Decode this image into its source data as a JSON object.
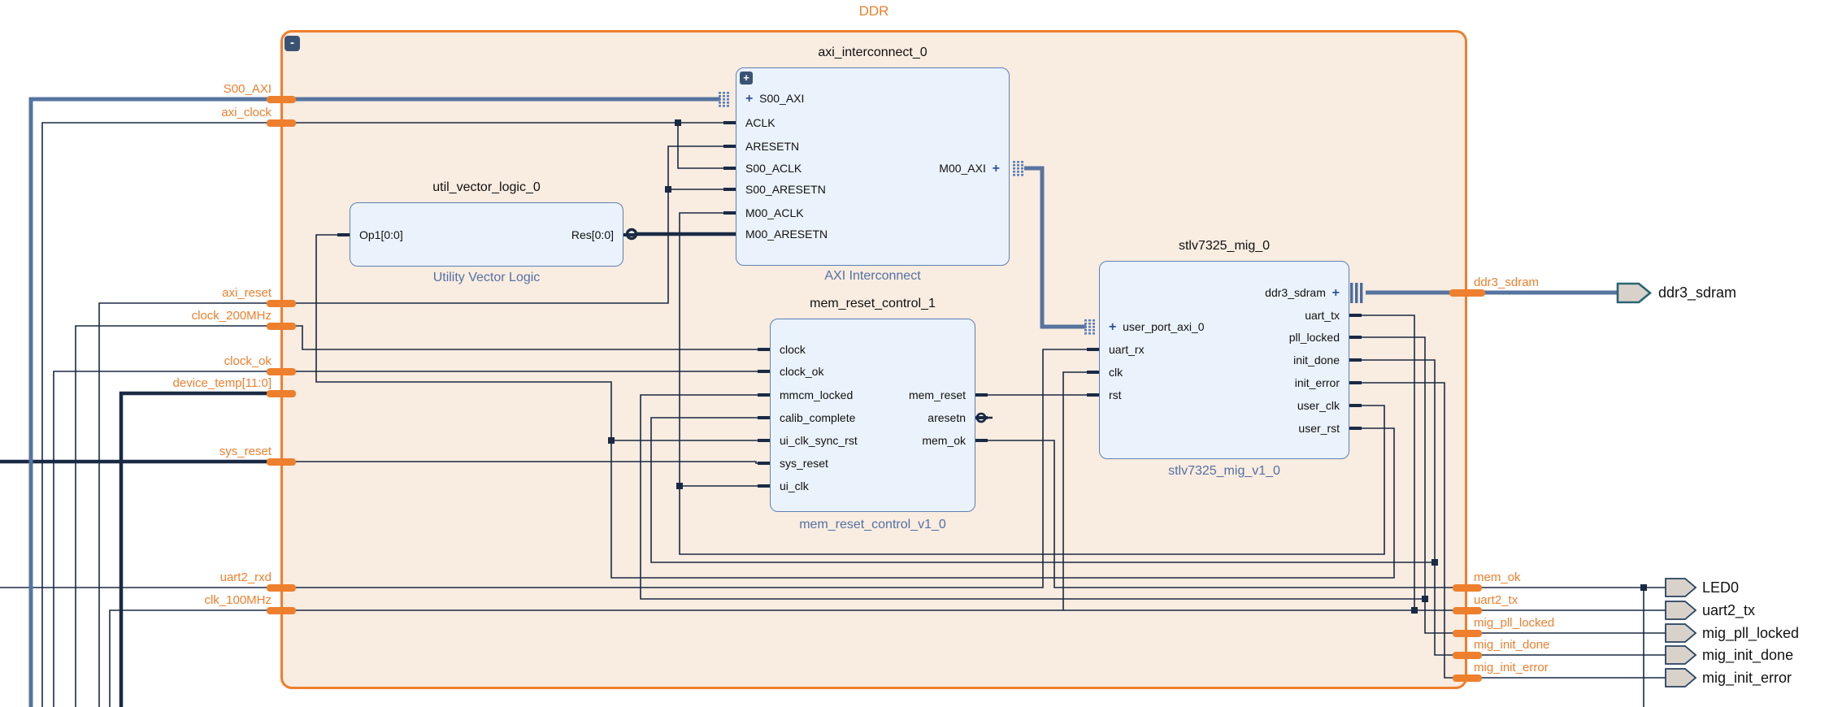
{
  "diagram": {
    "title": "DDR",
    "collapse_glyph": "-",
    "expand_glyph": "+",
    "iface_plus_glyph": "+"
  },
  "blocks": [
    {
      "id": "axi_interconnect_0",
      "name": "axi_interconnect_0",
      "type_label": "AXI Interconnect",
      "icon": "axi-crossbar-icon",
      "left_pins": [
        {
          "label": "S00_AXI",
          "interface": true
        },
        {
          "label": "ACLK"
        },
        {
          "label": "ARESETN"
        },
        {
          "label": "S00_ACLK"
        },
        {
          "label": "S00_ARESETN"
        },
        {
          "label": "M00_ACLK"
        },
        {
          "label": "M00_ARESETN"
        }
      ],
      "right_pins": [
        {
          "label": "M00_AXI",
          "interface": true
        }
      ]
    },
    {
      "id": "util_vector_logic_0",
      "name": "util_vector_logic_0",
      "type_label": "Utility Vector Logic",
      "icon": "not-gate-icon",
      "left_pins": [
        {
          "label": "Op1[0:0]"
        }
      ],
      "right_pins": [
        {
          "label": "Res[0:0]",
          "junction_ring": true
        }
      ]
    },
    {
      "id": "mem_reset_control_1",
      "name": "mem_reset_control_1",
      "type_label": "mem_reset_control_v1_0",
      "icon": "",
      "left_pins": [
        {
          "label": "clock"
        },
        {
          "label": "clock_ok"
        },
        {
          "label": "mmcm_locked"
        },
        {
          "label": "calib_complete"
        },
        {
          "label": "ui_clk_sync_rst"
        },
        {
          "label": "sys_reset"
        },
        {
          "label": "ui_clk"
        }
      ],
      "right_pins": [
        {
          "label": "mem_reset"
        },
        {
          "label": "aresetn",
          "bubble": true
        },
        {
          "label": "mem_ok"
        }
      ]
    },
    {
      "id": "stlv7325_mig_0",
      "name": "stlv7325_mig_0",
      "type_label": "stlv7325_mig_v1_0",
      "icon": "",
      "left_pins": [
        {
          "label": "user_port_axi_0",
          "interface": true
        },
        {
          "label": "uart_rx"
        },
        {
          "label": "clk"
        },
        {
          "label": "rst"
        }
      ],
      "right_pins": [
        {
          "label": "ddr3_sdram",
          "interface": true
        },
        {
          "label": "uart_tx"
        },
        {
          "label": "pll_locked"
        },
        {
          "label": "init_done"
        },
        {
          "label": "init_error"
        },
        {
          "label": "user_clk"
        },
        {
          "label": "user_rst"
        }
      ]
    }
  ],
  "boundary": {
    "inputs": [
      {
        "label": "S00_AXI"
      },
      {
        "label": "axi_clock"
      },
      {
        "label": "axi_reset"
      },
      {
        "label": "clock_200MHz"
      },
      {
        "label": "clock_ok"
      },
      {
        "label": "device_temp[11:0]"
      },
      {
        "label": "sys_reset"
      },
      {
        "label": "uart2_rxd"
      },
      {
        "label": "clk_100MHz"
      }
    ],
    "outputs": [
      {
        "label": "ddr3_sdram"
      },
      {
        "label": "mem_ok"
      },
      {
        "label": "uart2_tx"
      },
      {
        "label": "mig_pll_locked"
      },
      {
        "label": "mig_init_done"
      },
      {
        "label": "mig_init_error"
      }
    ]
  },
  "external_ports": [
    {
      "label": "ddr3_sdram",
      "kind": "interface"
    },
    {
      "label": "LED0",
      "kind": "signal"
    },
    {
      "label": "uart2_tx",
      "kind": "signal"
    },
    {
      "label": "mig_pll_locked",
      "kind": "signal"
    },
    {
      "label": "mig_init_done",
      "kind": "signal"
    },
    {
      "label": "mig_init_error",
      "kind": "signal"
    }
  ],
  "colors": {
    "accent_orange": "#ee7f2d",
    "container_fill": "#f9ece0",
    "block_fill": "#eaf2fb",
    "block_border": "#5e80b5",
    "wire_dark": "#1a2a44",
    "wire_blue": "#56749f",
    "icon_blue": "#2f5496",
    "type_label_blue": "#5371a5",
    "port_fill": "#d9d2cb",
    "port_border": "#25415f",
    "iface_port_border": "#2a6672"
  }
}
